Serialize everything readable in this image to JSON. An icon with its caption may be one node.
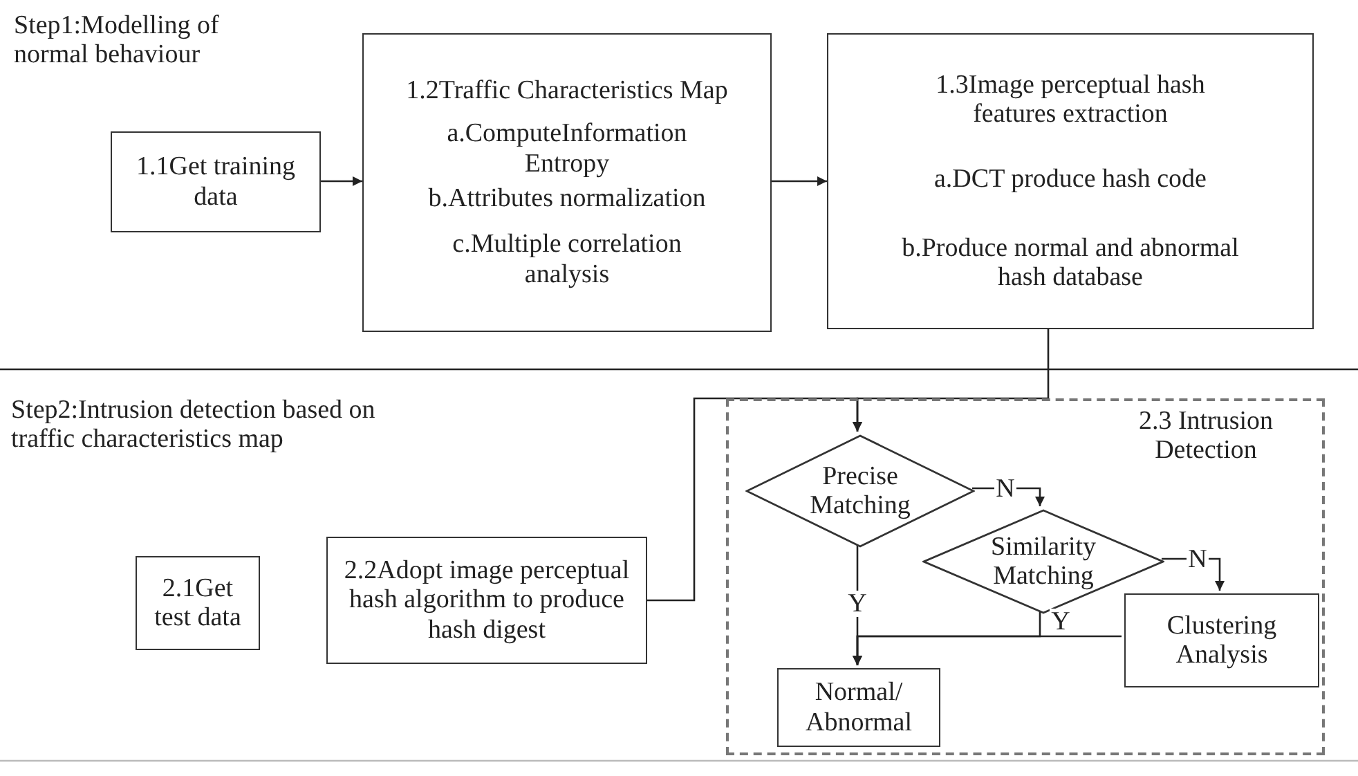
{
  "diagram": {
    "nodes": [
      {
        "text": [
          "1.1Get training data"
        ]
      },
      {
        "text": [
          "1.2Traffic Characteristics Map",
          "a.ComputeInformation Entropy",
          "b.Attributes normalization",
          "c.Multiple correlation analysis"
        ]
      },
      {
        "text": [
          "1.3Image perceptual hash features extraction",
          "a.DCT produce hash code",
          "b.Produce normal and abnormal hash database"
        ]
      },
      {
        "text": [
          "2.1Get test data"
        ]
      },
      {
        "text": [
          "2.2Adopt image perceptual hash algorithm to produce hash digest"
        ]
      },
      {
        "text": [
          "2.3 Intrusion Detection"
        ]
      },
      {
        "text": [
          "Precise Matching"
        ],
        "in": 5
      },
      {
        "text": [
          "Similarity Matching"
        ],
        "in": 5
      },
      {
        "text": [
          "Clustering Analysis"
        ],
        "in": 5
      },
      {
        "text": [
          "Normal/ Abnormal"
        ],
        "in": 5
      }
    ],
    "edges": [
      {
        "from": 0,
        "to": 1,
        "arrow": "to"
      },
      {
        "from": 1,
        "to": 2,
        "arrow": "to"
      },
      {
        "from": 2,
        "to": 6,
        "arrow": "to"
      },
      {
        "from": 4,
        "to": 6,
        "arrow": "to"
      },
      {
        "from": 6,
        "to": 7,
        "label": "N",
        "arrow": "to"
      },
      {
        "from": 7,
        "to": 8,
        "label": "N",
        "arrow": "to"
      },
      {
        "from": 6,
        "to": 9,
        "label": "Y",
        "arrow": "to"
      },
      {
        "from": 7,
        "to": 9,
        "label": "Y",
        "arrow": "to"
      },
      {
        "from": 8,
        "to": 9,
        "arrow": "to"
      }
    ],
    "labels": [
      "Step1:Modelling of normal behaviour",
      "Step2:Intrusion detection based on traffic characteristics map"
    ]
  }
}
